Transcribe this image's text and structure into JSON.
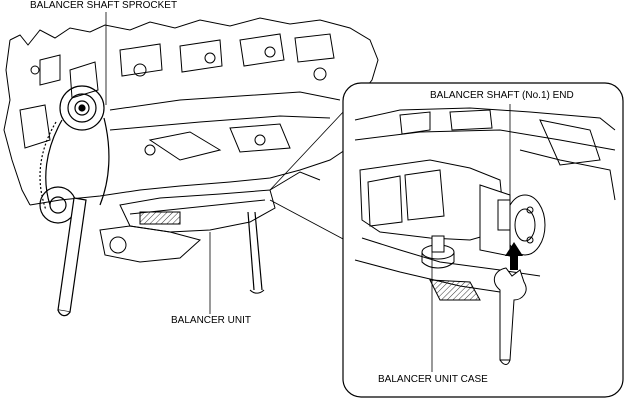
{
  "labels": {
    "sprocket": "BALANCER SHAFT SPROCKET",
    "shaft_end": "BALANCER SHAFT (No.1) END",
    "unit": "BALANCER UNIT",
    "unit_case": "BALANCER UNIT CASE"
  }
}
